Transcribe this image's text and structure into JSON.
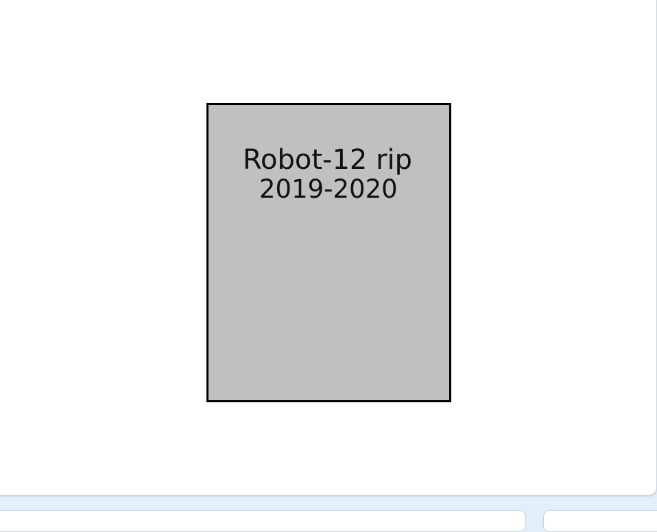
{
  "canvas": {
    "shape": "tombstone-rectangle",
    "fill_color": "#c0c0c0",
    "border_color": "#000000",
    "lines": [
      "Robot-12 rip",
      "2019-2020"
    ]
  },
  "colors": {
    "page_background": "#e3eefb",
    "card_background": "#ffffff"
  }
}
